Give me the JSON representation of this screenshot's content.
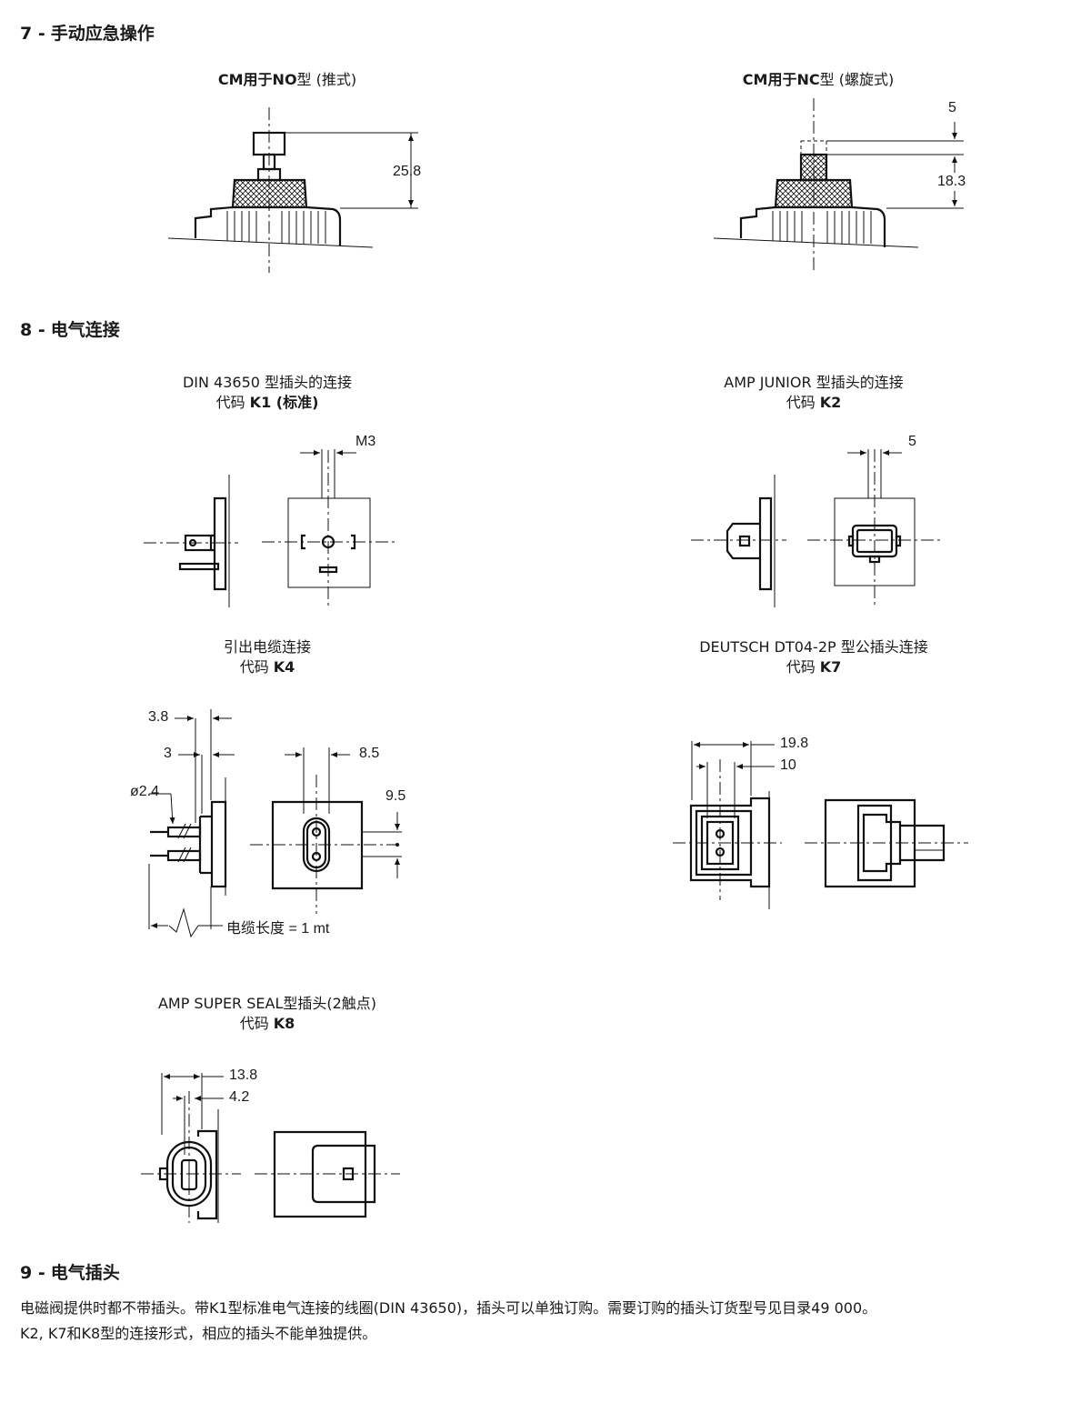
{
  "section7": {
    "number": "7 -",
    "title": "手动应急操作"
  },
  "fig_no": {
    "caption_pre": "CM用于",
    "caption_bold": "NO",
    "caption_post": "型 (推式)",
    "dim": "25.8"
  },
  "fig_nc": {
    "caption_pre": "CM用于",
    "caption_bold": "NC",
    "caption_post": "型 (螺旋式)",
    "dim_top": "5",
    "dim_bottom": "18.3"
  },
  "section8": {
    "number": "8 -",
    "title": "电气连接"
  },
  "k1": {
    "line1": "DIN 43650 型插头的连接",
    "code_prefix": "代码 ",
    "code": "K1",
    "code_suffix": " (标准)",
    "dim": "M3"
  },
  "k2": {
    "line1": "AMP JUNIOR 型插头的连接",
    "code_prefix": "代码 ",
    "code": "K2",
    "dim": "5"
  },
  "k4": {
    "line1": "引出电缆连接",
    "code_prefix": "代码 ",
    "code": "K4",
    "dims": {
      "a": "3.8",
      "b": "3",
      "c": "ø2.4",
      "d": "8.5",
      "e": "9.5"
    },
    "cable": "电缆长度 = 1 mt"
  },
  "k7": {
    "line1": "DEUTSCH DT04-2P 型公插头连接",
    "code_prefix": "代码 ",
    "code": "K7",
    "dims": {
      "a": "19.8",
      "b": "10"
    }
  },
  "k8": {
    "line1": "AMP SUPER SEAL型插头(2触点)",
    "code_prefix": "代码 ",
    "code": "K8",
    "dims": {
      "a": "13.8",
      "b": "4.2"
    }
  },
  "section9": {
    "number": "9 -",
    "title": "电气插头"
  },
  "paragraph": {
    "line1": "电磁阀提供时都不带插头。带K1型标准电气连接的线圈(DIN 43650)，插头可以单独订购。需要订购的插头订货型号见目录49 000。",
    "line2": "K2, K7和K8型的连接形式，相应的插头不能单独提供。"
  }
}
